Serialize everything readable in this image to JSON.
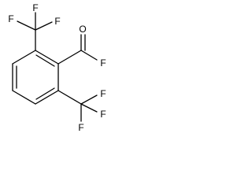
{
  "molecule": {
    "atoms": [
      {
        "id": "F1",
        "label": "F"
      },
      {
        "id": "F2",
        "label": "F"
      },
      {
        "id": "F3",
        "label": "F"
      },
      {
        "id": "O",
        "label": "O"
      },
      {
        "id": "F4",
        "label": "F"
      },
      {
        "id": "F5",
        "label": "F"
      },
      {
        "id": "F6",
        "label": "F"
      },
      {
        "id": "F7",
        "label": "F"
      }
    ]
  }
}
